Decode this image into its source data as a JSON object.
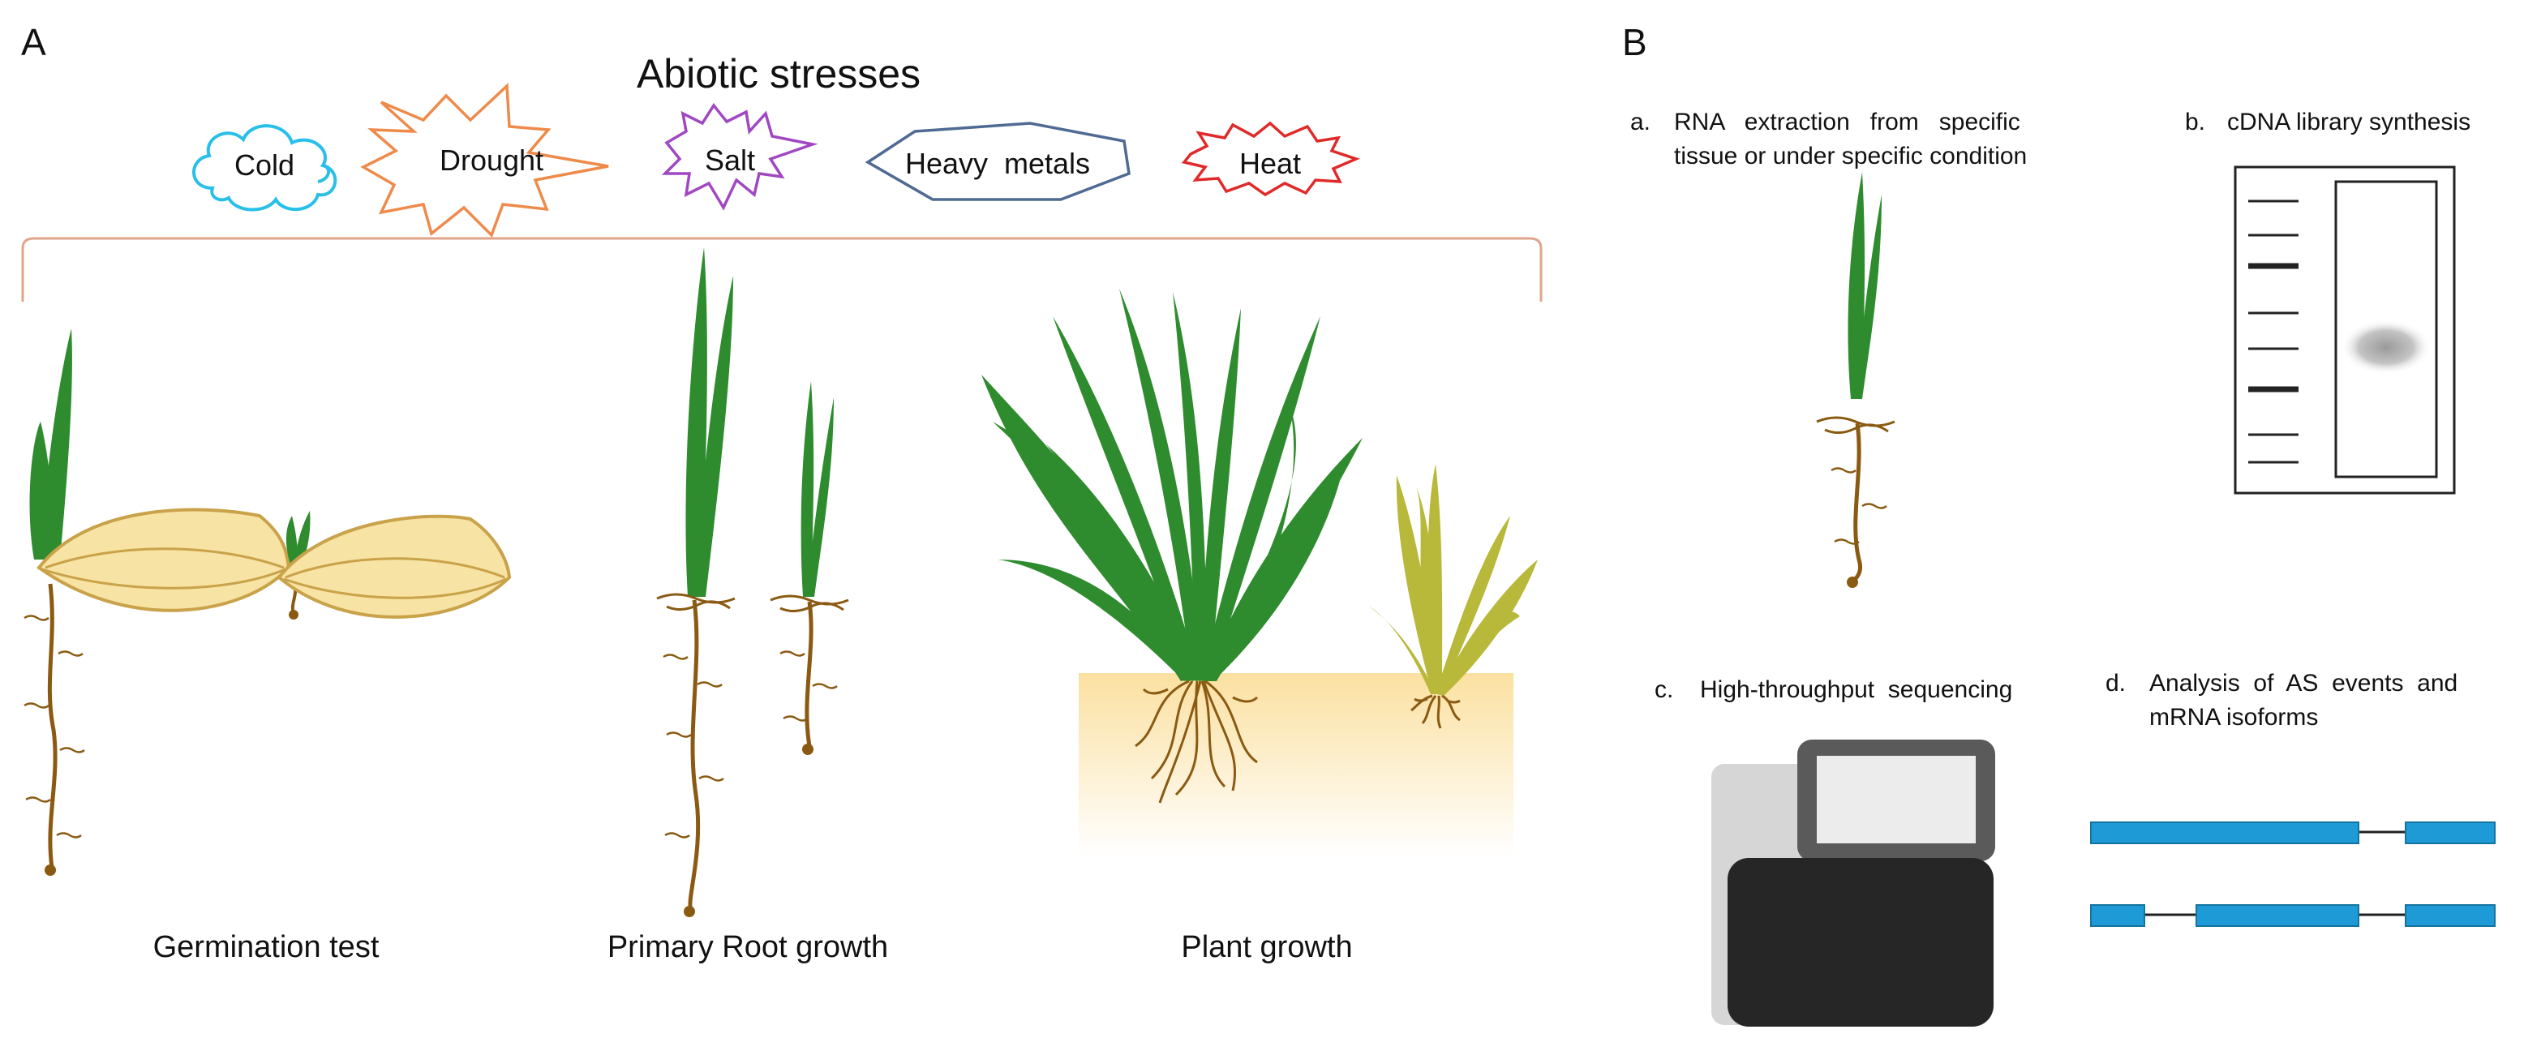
{
  "panel_a": {
    "letter": "A",
    "title": "Abiotic stresses",
    "stresses": [
      {
        "label": "Cold",
        "color": "#29bfe8"
      },
      {
        "label": "Drought",
        "color": "#ee8a4a"
      },
      {
        "label": "Salt",
        "color": "#a048c2"
      },
      {
        "label": "Heavy  metals",
        "color": "#4f6a93"
      },
      {
        "label": "Heat",
        "color": "#e02a2a"
      }
    ],
    "bracket_color": "#e0a58a",
    "assays": [
      {
        "label": "Germination test"
      },
      {
        "label": "Primary Root growth"
      },
      {
        "label": "Plant growth"
      }
    ]
  },
  "panel_b": {
    "letter": "B",
    "steps": [
      {
        "index": "a.",
        "lines": [
          "RNA   extraction   from   specific",
          "tissue or under specific condition"
        ]
      },
      {
        "index": "b.",
        "lines": [
          "cDNA library synthesis"
        ]
      },
      {
        "index": "c.",
        "lines": [
          "High-throughput  sequencing"
        ]
      },
      {
        "index": "d.",
        "lines": [
          "Analysis  of  AS  events  and",
          "mRNA isoforms"
        ]
      }
    ],
    "exon_color": "#1e9bd7"
  },
  "colors": {
    "leaf": "#2e8b2e",
    "leaf_stressed": "#b8b83a",
    "root": "#8a5a12",
    "seed_fill": "#f7e3a3",
    "seed_stroke": "#c9a24a",
    "soil_top": "#fbe3a6"
  }
}
